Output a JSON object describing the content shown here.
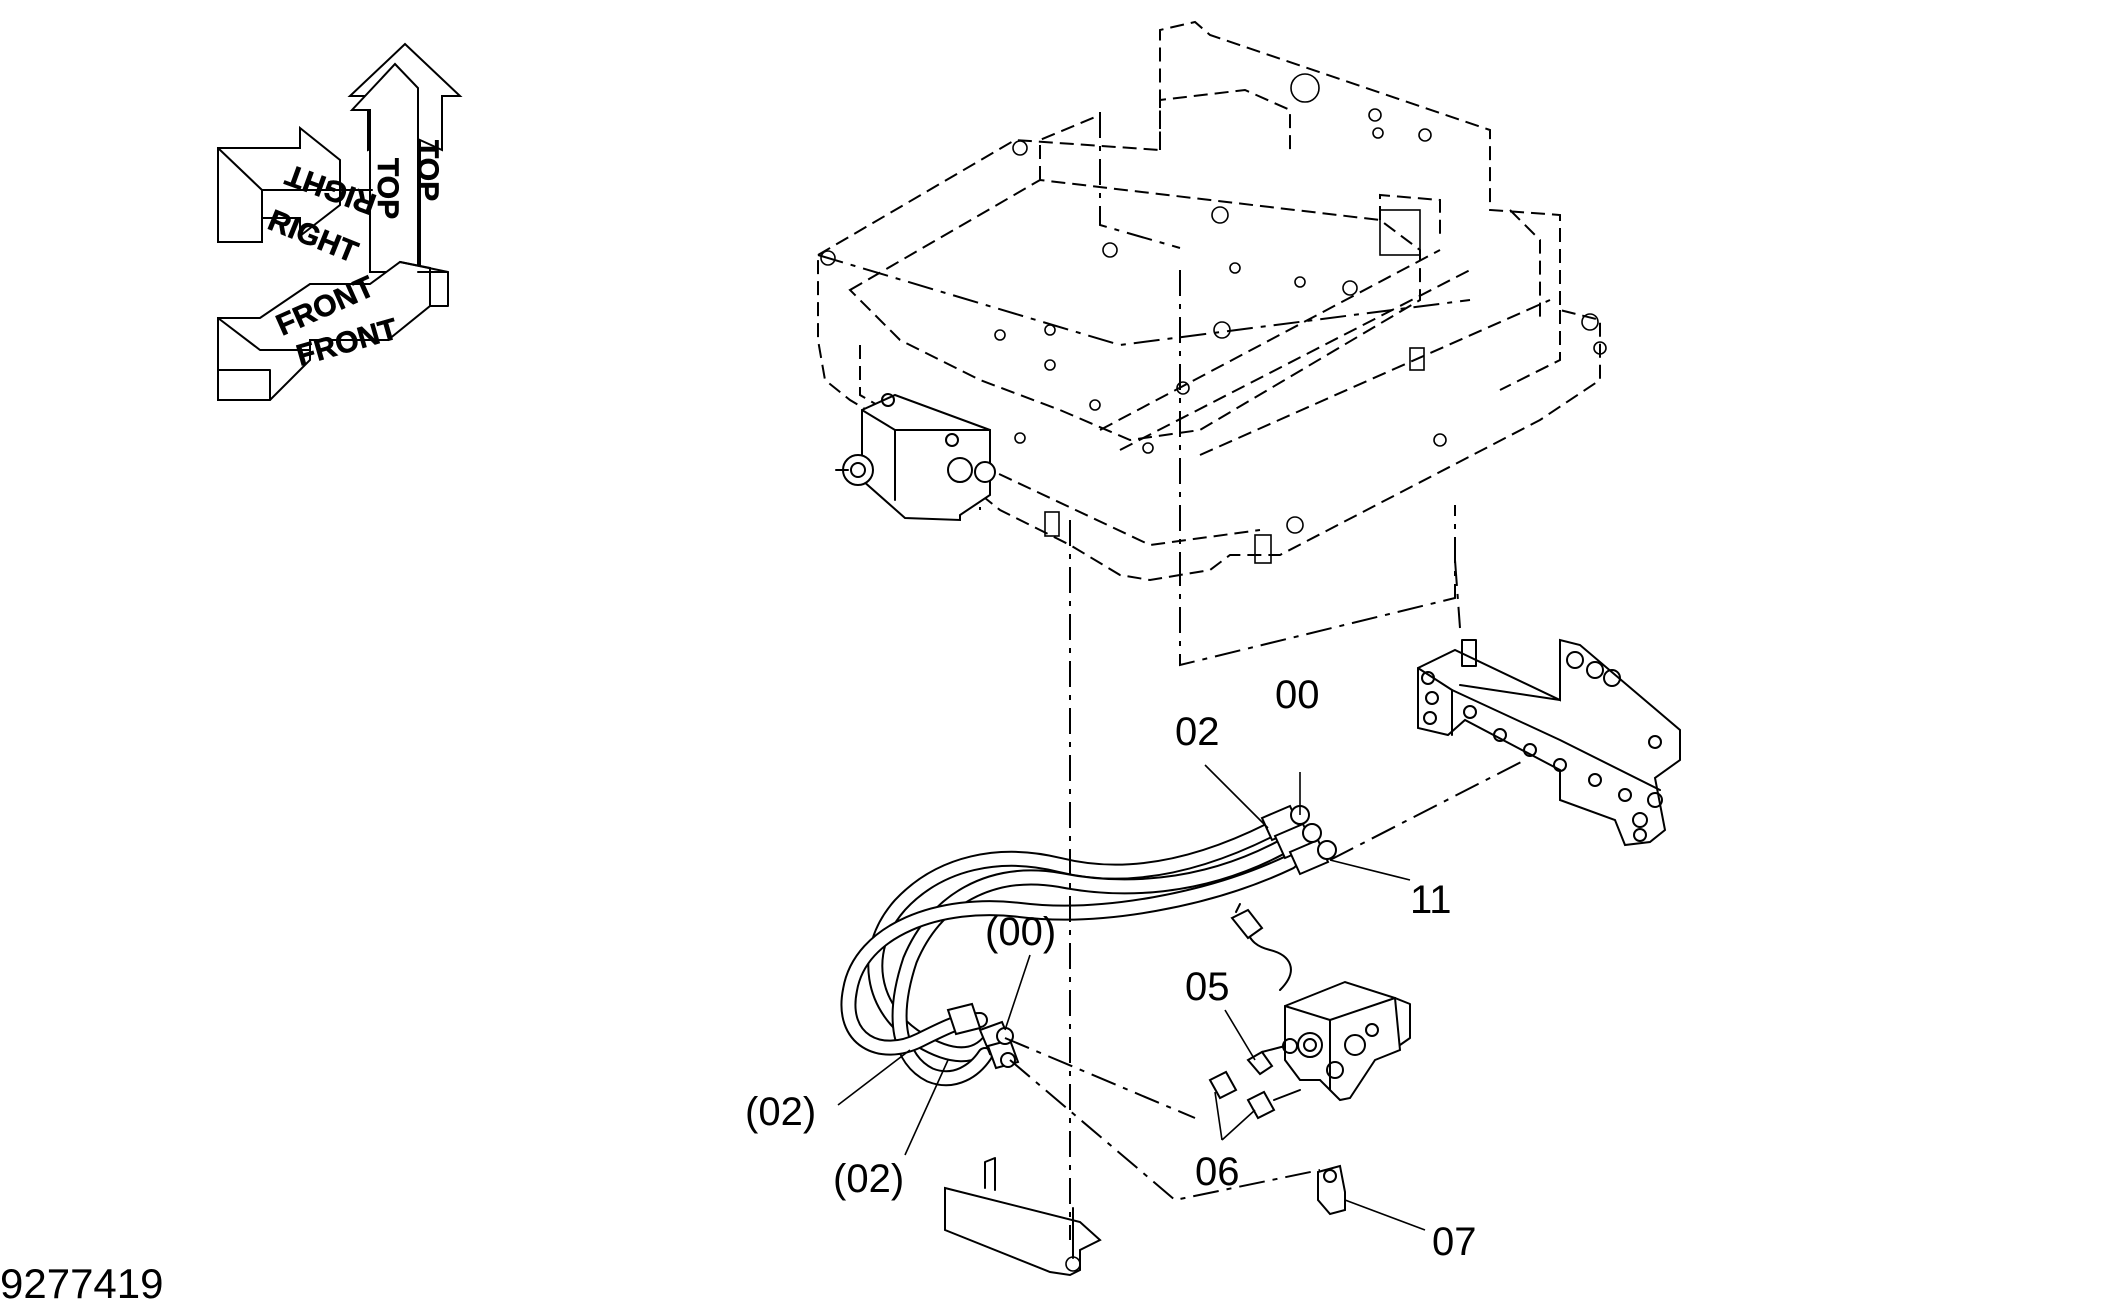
{
  "orientation": {
    "top_label": "TOP",
    "right_label": "RIGHT",
    "front_label": "FRONT"
  },
  "callouts": {
    "c00": "00",
    "c02": "02",
    "c11": "11",
    "c00p": "(00)",
    "c05": "05",
    "c02p_a": "(02)",
    "c02p_b": "(02)",
    "c06": "06",
    "c07": "07"
  },
  "figure_id": "9277419"
}
